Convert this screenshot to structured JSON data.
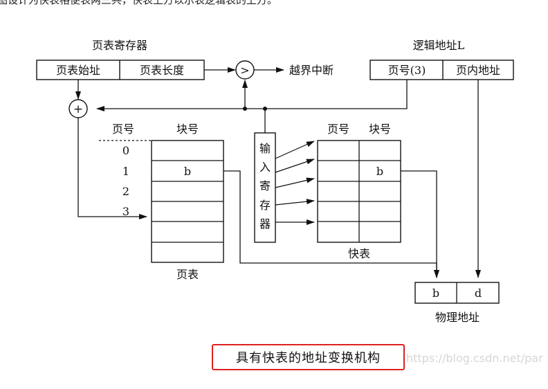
{
  "top_text": "图设计为快表格便表两三共，快表上方以示表逻辑表的上方。",
  "page_table_register": {
    "title": "页表寄存器",
    "start_label": "页表始址",
    "length_label": "页表长度"
  },
  "comparator_symbol": ">",
  "overflow_label": "越界中断",
  "logical_address": {
    "title": "逻辑地址L",
    "page_label": "页号(3)",
    "offset_label": "页内地址"
  },
  "adder_symbol": "+",
  "page_table": {
    "col_page": "页号",
    "col_block": "块号",
    "row_numbers": [
      "0",
      "1",
      "2",
      "3"
    ],
    "block_value": "b",
    "caption": "页表"
  },
  "input_register": {
    "chars": [
      "输",
      "入",
      "寄",
      "存",
      "器"
    ]
  },
  "fast_table": {
    "col_page": "页号",
    "col_block": "块号",
    "block_value": "b",
    "caption": "快表"
  },
  "physical_address": {
    "block_value": "b",
    "offset_value": "d",
    "caption": "物理地址"
  },
  "caption": "具有快表的地址变换机构",
  "watermark": "https://blog.csdn.net/par"
}
